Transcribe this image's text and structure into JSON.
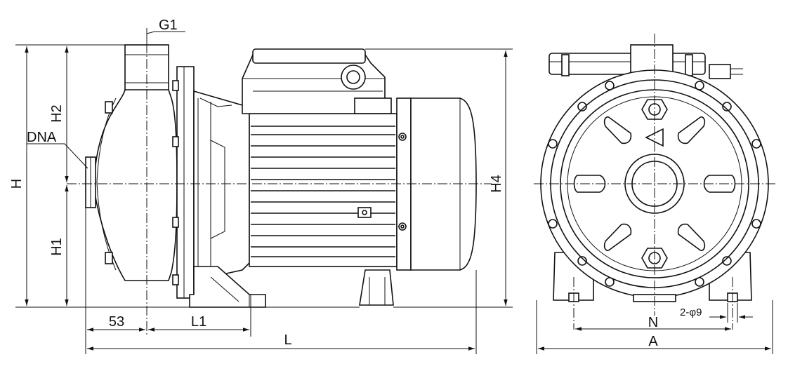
{
  "labels": {
    "g1": "G1",
    "dna": "DNA",
    "h": "H",
    "h1": "H1",
    "h2": "H2",
    "h4": "H4",
    "dim53": "53",
    "l1": "L1",
    "l": "L",
    "n": "N",
    "a": "A",
    "hole": "2-φ9"
  }
}
